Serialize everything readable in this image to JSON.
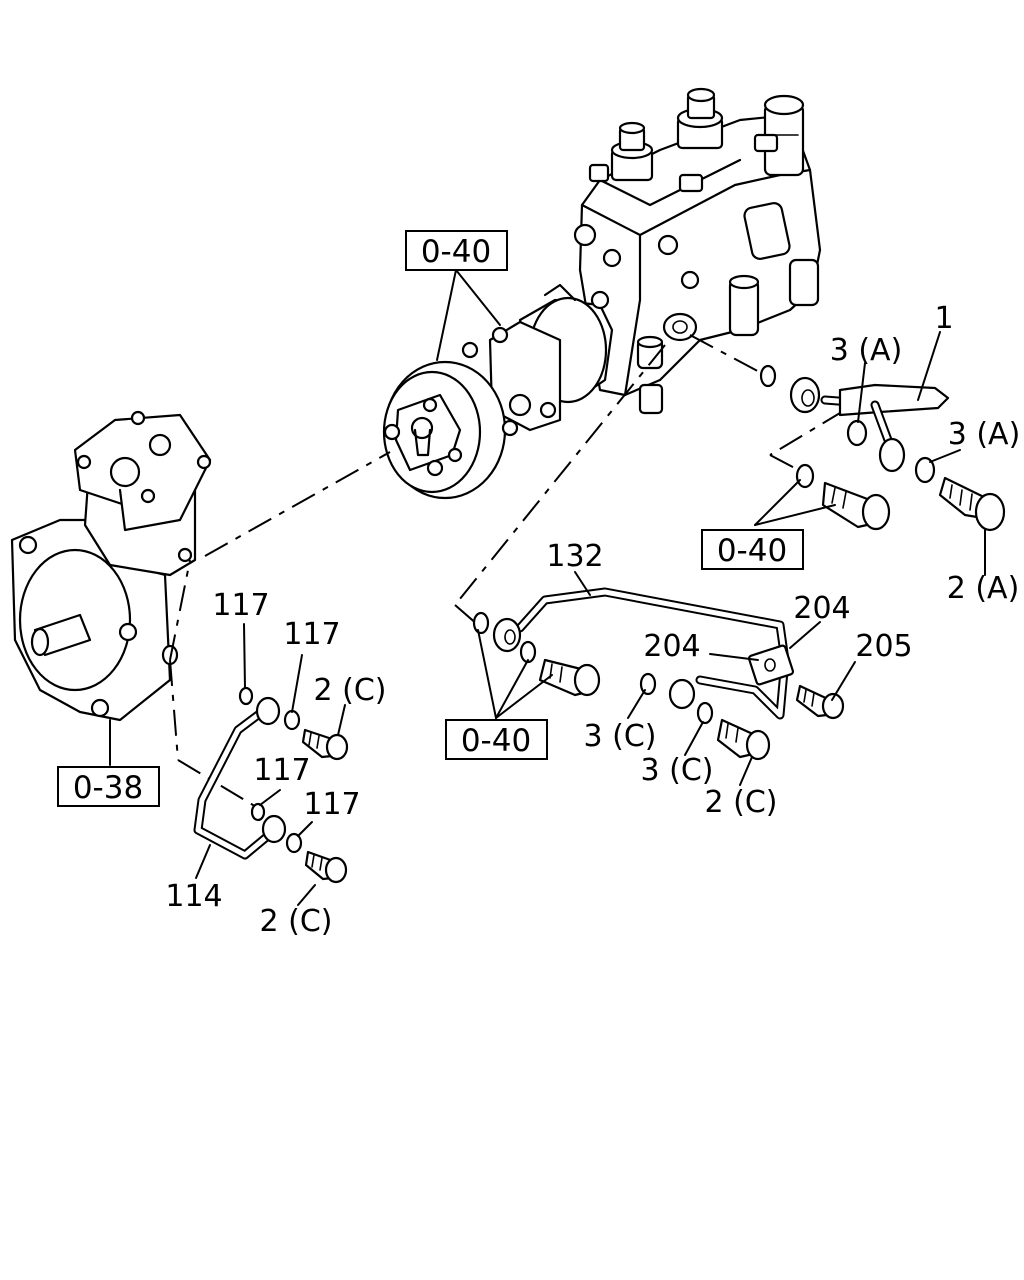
{
  "labels": {
    "part_1": "1",
    "part_3a_top": "3 (A)",
    "part_3a_right": "3 (A)",
    "part_2a": "2 (A)",
    "part_132": "132",
    "part_204_top": "204",
    "part_204_left": "204",
    "part_205": "205",
    "part_3c_a": "3 (C)",
    "part_3c_b": "3 (C)",
    "part_2c_right": "2 (C)",
    "part_117_a": "117",
    "part_117_b": "117",
    "part_2c_upper": "2 (C)",
    "part_117_c": "117",
    "part_117_d": "117",
    "part_114": "114",
    "part_2c_lower": "2 (C)"
  },
  "references": {
    "ref_top": "0-40",
    "ref_right": "0-40",
    "ref_center": "0-40",
    "ref_left": "0-38"
  }
}
